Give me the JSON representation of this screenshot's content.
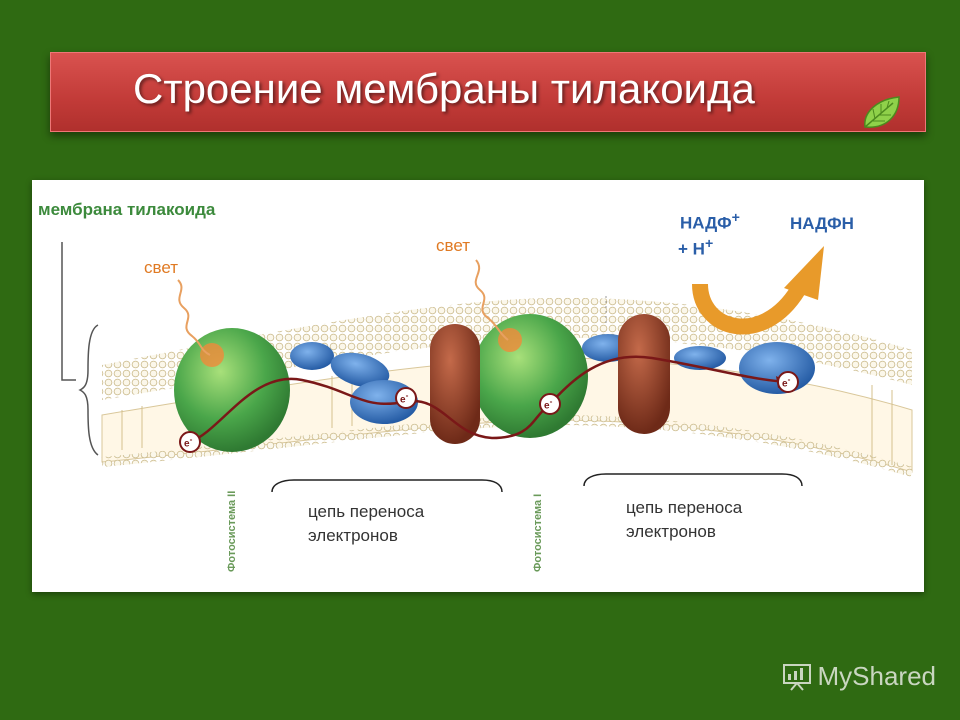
{
  "slide": {
    "title": "Строение мембраны тилакоида"
  },
  "diagram": {
    "membrane_label": "мембрана тилакоида",
    "light_left": "свет",
    "light_right": "свет",
    "nadp_plus": "НАДФ",
    "nadp_plus_sup": "+",
    "h_plus": "+ Н",
    "h_plus_sup": "+",
    "nadph": "НАДФН",
    "chain_left_line1": "цепь переноса",
    "chain_left_line2": "электронов",
    "chain_right_line1": "цепь переноса",
    "chain_right_line2": "электронов",
    "ps2_label": "Фотосистема II",
    "ps1_label": "Фотосистема I",
    "electron": "e",
    "electron_sup": "-"
  },
  "watermark": {
    "text": "MyShared"
  },
  "colors": {
    "background": "#2f6a12",
    "title_bar": "#c8403d",
    "photosystem": "#4aa64a",
    "cytochrome": "#8a3a24",
    "carrier": "#2e6fb8",
    "arrow": "#e89a2a"
  }
}
